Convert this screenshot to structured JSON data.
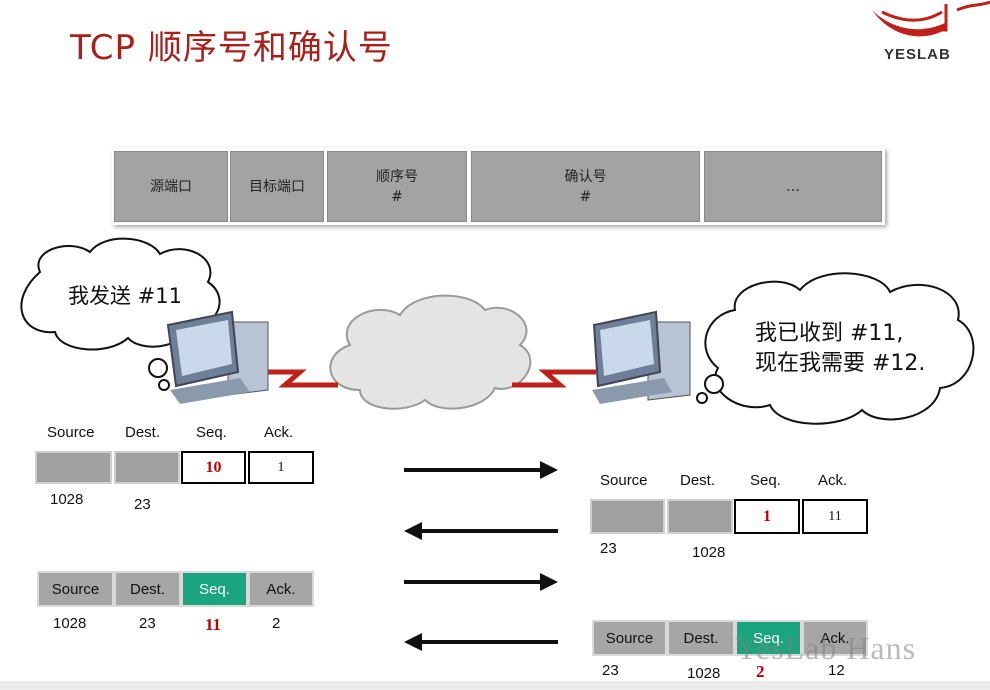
{
  "title": "TCP 顺序号和确认号",
  "logo": {
    "text": "YESLAB"
  },
  "header": {
    "cells": [
      {
        "label": "源端口",
        "sub": ""
      },
      {
        "label": "目标端口",
        "sub": ""
      },
      {
        "label": "顺序号",
        "sub": "#"
      },
      {
        "label": "确认号",
        "sub": "#"
      },
      {
        "label": "…",
        "sub": ""
      }
    ]
  },
  "sender_bubble": "我发送 #11",
  "receiver_bubble": {
    "line1": "我已收到 #11,",
    "line2": "现在我需要 #12."
  },
  "left_segment_1": {
    "labels": {
      "source": "Source",
      "dest": "Dest.",
      "seq": "Seq.",
      "ack": "Ack."
    },
    "seq_value": "10",
    "ack_value": "1",
    "source_port": "1028",
    "dest_port": "23"
  },
  "right_segment_1": {
    "labels": {
      "source": "Source",
      "dest": "Dest.",
      "seq": "Seq.",
      "ack": "Ack."
    },
    "seq_value": "1",
    "ack_value": "11",
    "source_port": "23",
    "dest_port": "1028"
  },
  "left_segment_2": {
    "labels": {
      "source": "Source",
      "dest": "Dest.",
      "seq": "Seq.",
      "ack": "Ack."
    },
    "source_port": "1028",
    "dest_port": "23",
    "seq_value": "11",
    "ack_value": "2"
  },
  "right_segment_2": {
    "labels": {
      "source": "Source",
      "dest": "Dest.",
      "seq": "Seq.",
      "ack": "Ack."
    },
    "source_port": "23",
    "dest_port": "1028",
    "seq_value": "2",
    "ack_value": "12"
  },
  "watermark": "YesLab Hans",
  "colors": {
    "title": "#a8201a",
    "seq_highlight": "#1aa57f",
    "seq_number": "#c00000",
    "link": "#c0201a"
  }
}
